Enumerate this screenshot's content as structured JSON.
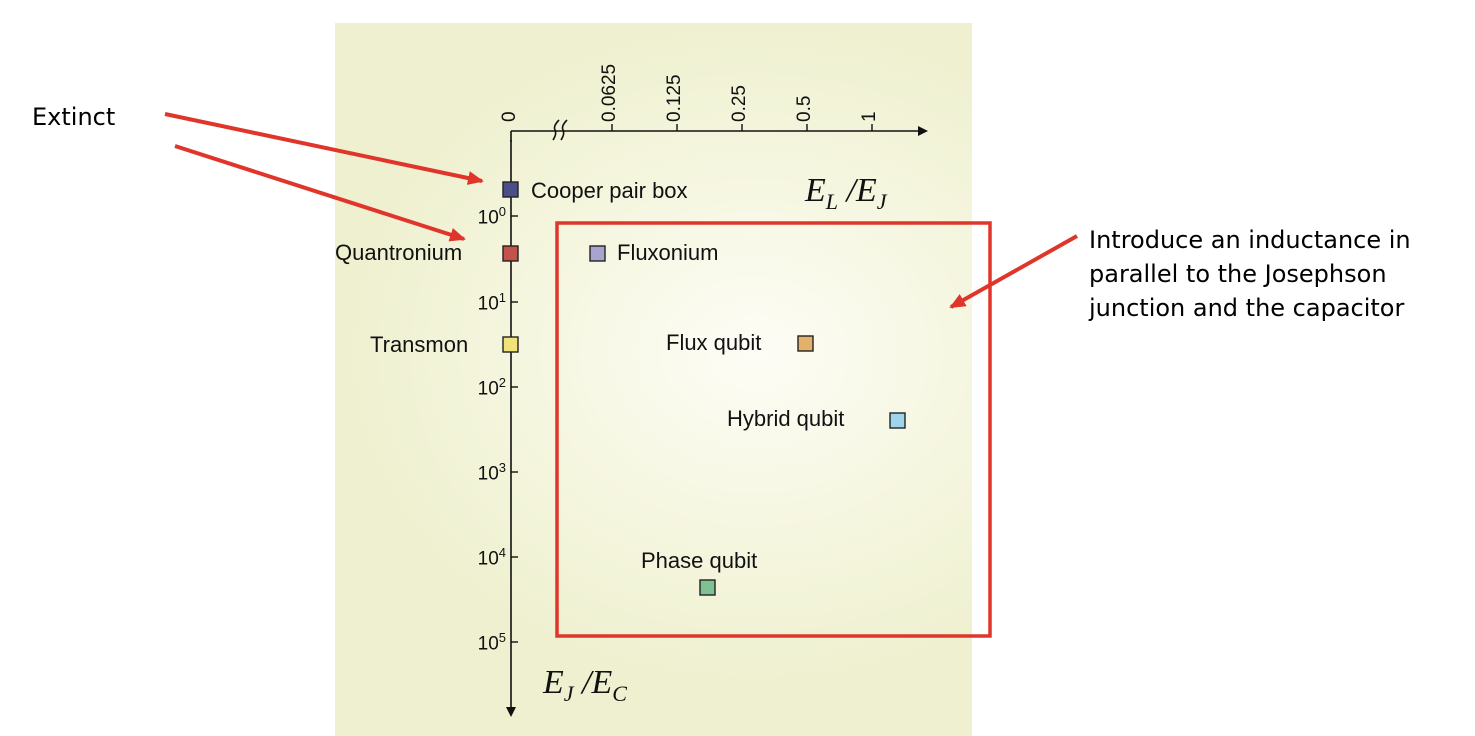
{
  "annotations": {
    "extinct": "Extinct",
    "inductance_note": [
      "Introduce an inductance in",
      "parallel to the Josephson",
      "junction and the capacitor"
    ]
  },
  "axes": {
    "x_title": {
      "var1": "E",
      "sub1": "L",
      "slash": " /",
      "var2": "E",
      "sub2": "J"
    },
    "y_title": {
      "var1": "E",
      "sub1": "J",
      "slash": " /",
      "var2": "E",
      "sub2": "C"
    },
    "x_ticks": [
      "0",
      "0.0625",
      "0.125",
      "0.25",
      "0.5",
      "1"
    ],
    "y_ticks": [
      {
        "base": "10",
        "exp": "0"
      },
      {
        "base": "10",
        "exp": "1"
      },
      {
        "base": "10",
        "exp": "2"
      },
      {
        "base": "10",
        "exp": "3"
      },
      {
        "base": "10",
        "exp": "4"
      },
      {
        "base": "10",
        "exp": "5"
      }
    ]
  },
  "qubits": [
    {
      "label": "Cooper pair box",
      "color": "#4a4f8a"
    },
    {
      "label": "Quantronium",
      "color": "#c2524a"
    },
    {
      "label": "Transmon",
      "color": "#f2e27a"
    },
    {
      "label": "Fluxonium",
      "color": "#a9a3cf"
    },
    {
      "label": "Flux qubit",
      "color": "#e2b26a"
    },
    {
      "label": "Hybrid qubit",
      "color": "#9ed4ec"
    },
    {
      "label": "Phase qubit",
      "color": "#7ec293"
    }
  ],
  "colors": {
    "highlight": "#e0352b",
    "panel": "#f3f5d9"
  }
}
